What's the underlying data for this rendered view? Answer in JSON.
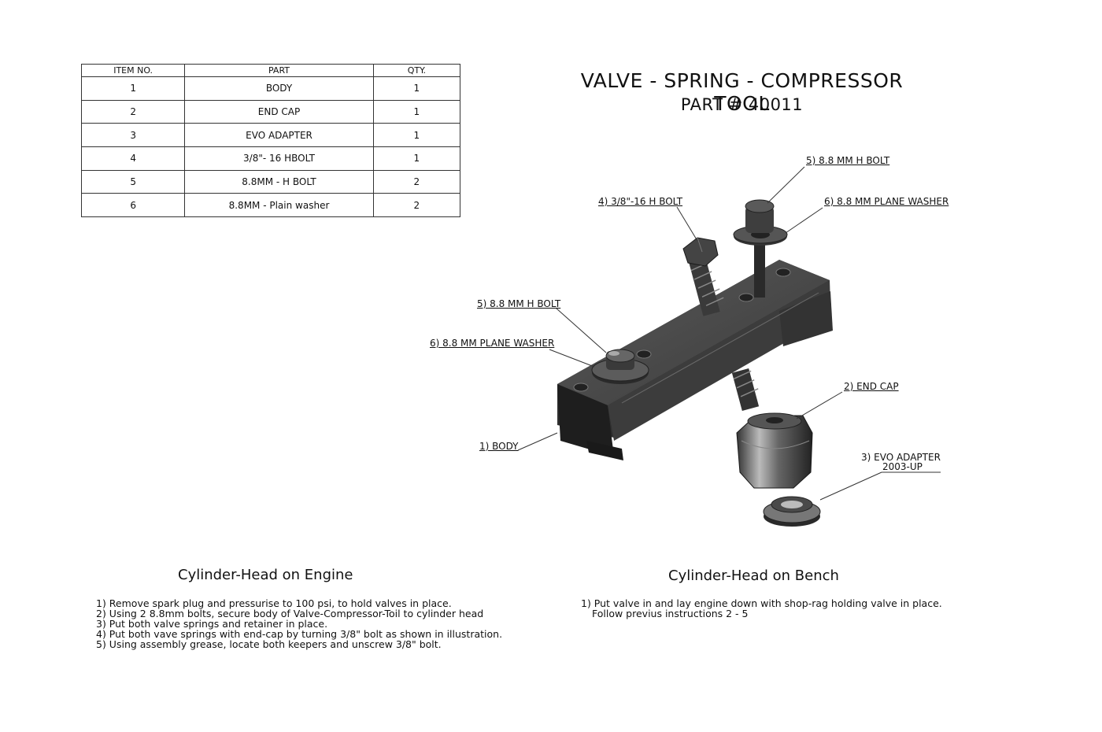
{
  "table": {
    "headers": [
      "ITEM NO.",
      "PART",
      "QTY."
    ],
    "rows": [
      [
        "1",
        "BODY",
        "1"
      ],
      [
        "2",
        "END CAP",
        "1"
      ],
      [
        "3",
        "EVO ADAPTER",
        "1"
      ],
      [
        "4",
        "3/8\"- 16 HBOLT",
        "1"
      ],
      [
        "5",
        "8.8MM - H BOLT",
        "2"
      ],
      [
        "6",
        "8.8MM - Plain washer",
        "2"
      ]
    ]
  },
  "title": {
    "line1": "VALVE - SPRING - COMPRESSOR TOOL",
    "line2": "PART # 40011"
  },
  "callouts": {
    "bolt_right": "5) 8.8 MM H BOLT",
    "washer_right": "6) 8.8 MM PLANE WASHER",
    "hbolt": "4) 3/8\"-16 H BOLT",
    "bolt_left": "5) 8.8 MM H BOLT",
    "washer_left": "6) 8.8 MM PLANE WASHER",
    "end_cap": "2) END CAP",
    "body": "1) BODY",
    "adapter_line1": "3) EVO ADAPTER",
    "adapter_line2": "2003-UP"
  },
  "engine": {
    "heading": "Cylinder-Head on Engine",
    "steps": [
      "1) Remove spark plug and pressurise to 100 psi, to hold valves in place.",
      "2) Using 2 8.8mm bolts, secure body of Valve-Compressor-Toil to cylinder head",
      "3) Put both valve springs and retainer in place.",
      "4) Put both vave springs with end-cap by turning 3/8\" bolt as shown in illustration.",
      "5) Using assembly grease, locate both keepers and unscrew 3/8\" bolt."
    ]
  },
  "bench": {
    "heading": "Cylinder-Head on Bench",
    "steps": [
      "1) Put valve in and lay engine down with shop-rag holding valve in place.",
      "Follow previus instructions 2 - 5"
    ]
  }
}
